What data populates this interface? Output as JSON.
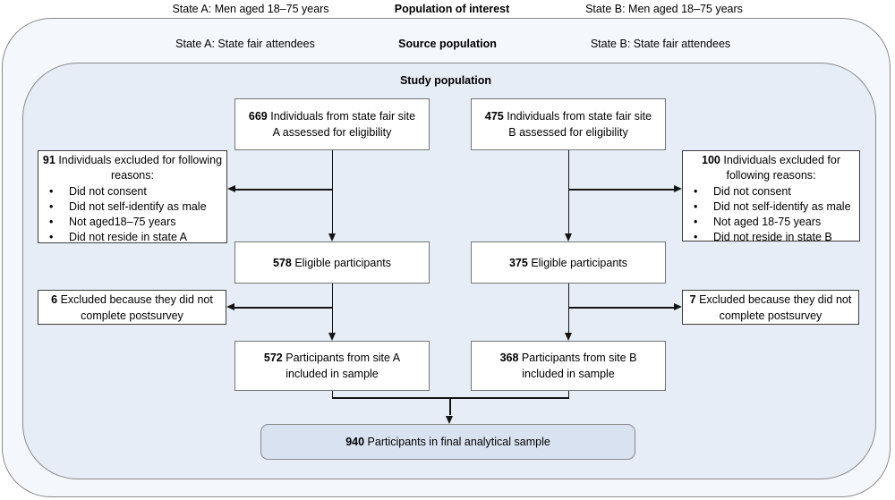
{
  "tiers": {
    "population_of_interest": {
      "state_a": "State A: Men aged 18–75 years",
      "label": "Population of interest",
      "state_b": "State B: Men aged 18–75 years"
    },
    "source_population": {
      "state_a": "State A: State fair attendees",
      "label": "Source population",
      "state_b": "State B: State fair attendees"
    },
    "study_population": {
      "label": "Study population"
    }
  },
  "boxes": {
    "assessed_a": {
      "value": "669",
      "label": "Individuals from state fair site\nA assessed for eligibility"
    },
    "assessed_b": {
      "value": "475",
      "label": "Individuals from state fair site\nB assessed for eligibility"
    },
    "excluded_a": {
      "value": "91",
      "heading": "Individuals excluded for following\nreasons:",
      "bullets": [
        "Did not consent",
        "Did not self-identify as male",
        "Not aged18–75 years",
        "Did not reside in state A"
      ]
    },
    "excluded_b": {
      "value": "100",
      "heading": "Individuals excluded for\nfollowing reasons:",
      "bullets": [
        "Did not consent",
        "Did not self-identify as male",
        "Not aged 18-75 years",
        "Did not reside in state B"
      ]
    },
    "eligible_a": {
      "value": "578",
      "label": "Eligible participants"
    },
    "eligible_b": {
      "value": "375",
      "label": "Eligible participants"
    },
    "postsurvey_a": {
      "value": "6",
      "label": "Excluded because they did not\ncomplete postsurvey"
    },
    "postsurvey_b": {
      "value": "7",
      "label": "Excluded because they did not\ncomplete postsurvey"
    },
    "included_a": {
      "value": "572",
      "label": "Participants from site A\nincluded in sample"
    },
    "included_b": {
      "value": "368",
      "label": "Participants from site B\nincluded in sample"
    },
    "final": {
      "value": "940",
      "label": "Participants in final analytical sample"
    }
  },
  "glyphs": {
    "bullet": "•"
  },
  "colors": {
    "source_region_fill": "#f4f7fc",
    "study_region_fill": "#e7edf6",
    "final_box_fill": "#d9e2f1",
    "region_border": "#8a8a8a",
    "box_border": "#757575",
    "side_box_border": "#3d3d3d",
    "arrow": "#141414"
  }
}
